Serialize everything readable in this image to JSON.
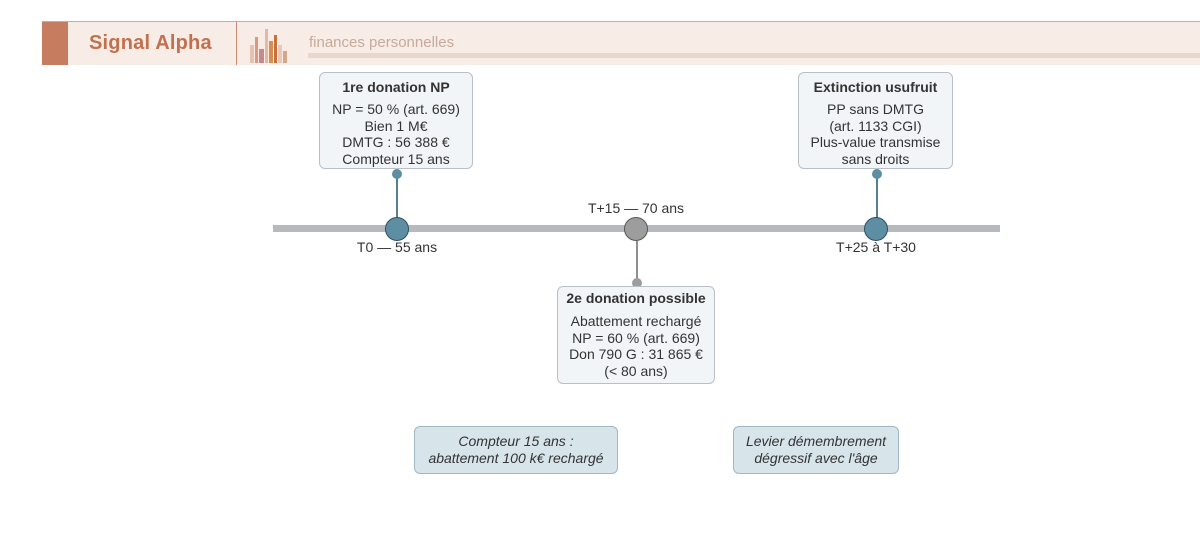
{
  "header": {
    "brand": "Signal Alpha",
    "tagline": "finances personnelles",
    "colors": {
      "accent": "#c67c5f",
      "background": "#f7ece6"
    }
  },
  "timeline": {
    "points": [
      {
        "label": "T0 — 55 ans",
        "style": "primary"
      },
      {
        "label": "T+15 — 70 ans",
        "style": "secondary"
      },
      {
        "label": "T+25 à T+30",
        "style": "primary"
      }
    ]
  },
  "events": [
    {
      "title": "1re donation NP",
      "lines": [
        "NP = 50 % (art. 669)",
        "Bien 1 M€",
        "DMTG : 56 388 €",
        "Compteur 15 ans"
      ]
    },
    {
      "title": "2e donation possible",
      "lines": [
        "Abattement rechargé",
        "NP = 60 % (art. 669)",
        "Don 790 G : 31 865 €",
        "(< 80 ans)"
      ]
    },
    {
      "title": "Extinction usufruit",
      "lines": [
        "PP sans DMTG",
        "(art. 1133 CGI)",
        "Plus-value transmise",
        "sans droits"
      ]
    }
  ],
  "notes": [
    {
      "lines": [
        "Compteur 15 ans :",
        "abattement 100 k€ rechargé"
      ]
    },
    {
      "lines": [
        "Levier démembrement",
        "dégressif avec l'âge"
      ]
    }
  ]
}
